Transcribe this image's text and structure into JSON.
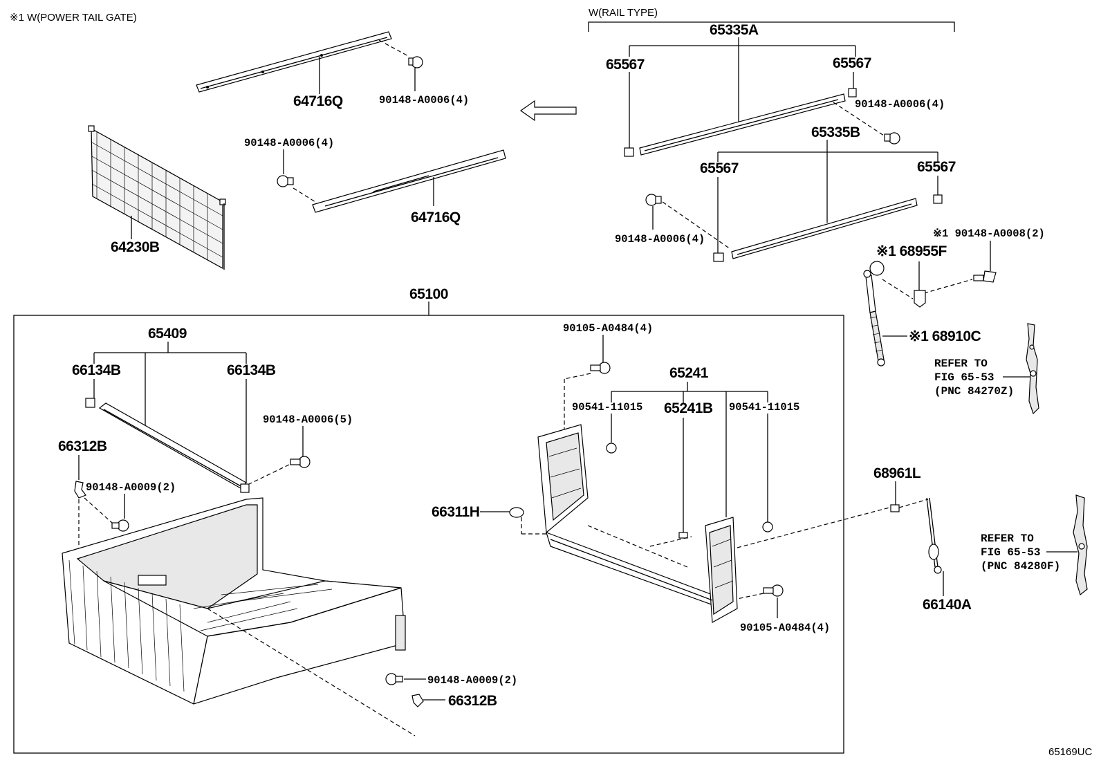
{
  "notes": {
    "power_tail_gate": "※1 W(POWER TAIL GATE)",
    "rail_type": "W(RAIL TYPE)",
    "figure_code": "65169UC"
  },
  "labels": {
    "p64716Q_top": "64716Q",
    "p64716Q_bottom": "64716Q",
    "p64230B": "64230B",
    "b90148_top": "90148-A0006(4)",
    "b90148_mid": "90148-A0006(4)",
    "p65335A": "65335A",
    "p65567_a": "65567",
    "p65567_b": "65567",
    "b90148_rail_top": "90148-A0006(4)",
    "p65335B": "65335B",
    "p65567_c": "65567",
    "p65567_d": "65567",
    "b90148_rail_bottom": "90148-A0006(4)",
    "b90148_A0008": "※1 90148-A0008(2)",
    "p68955F": "※1 68955F",
    "p68910C": "※1 68910C",
    "p65100": "65100",
    "p65409": "65409",
    "p66134B_left": "66134B",
    "p66134B_right": "66134B",
    "b90148_A0006_5": "90148-A0006(5)",
    "p66312B_top": "66312B",
    "b90148_A0009_top": "90148-A0009(2)",
    "b90105_top": "90105-A0484(4)",
    "p65241": "65241",
    "b90541_left": "90541-11015",
    "p65241B": "65241B",
    "b90541_right": "90541-11015",
    "p66311H": "66311H",
    "b90105_bottom": "90105-A0484(4)",
    "b90148_A0009_bottom": "90148-A0009(2)",
    "p66312B_bottom": "66312B",
    "p68961L": "68961L",
    "p66140A": "66140A"
  },
  "refs": [
    {
      "line1": "REFER TO",
      "line2": "FIG 65-53",
      "line3": "(PNC 84270Z)"
    },
    {
      "line1": "REFER TO",
      "line2": "FIG 65-53",
      "line3": "(PNC 84280F)"
    }
  ]
}
